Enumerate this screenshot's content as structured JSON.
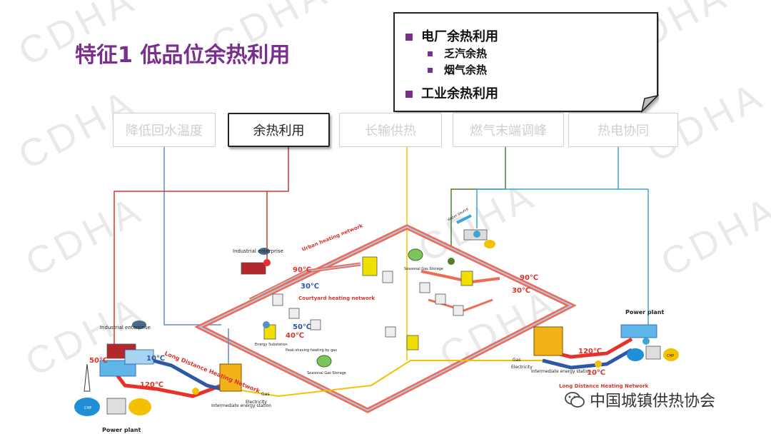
{
  "page_title": "特征1 低品位余热利用",
  "note": {
    "item1": "电厂余热利用",
    "item1_sub1": "乏汽余热",
    "item1_sub2": "烟气余热",
    "item2": "工业余热利用"
  },
  "categories": [
    "降低回水温度",
    "余热利用",
    "长输供热",
    "燃气末端调峰",
    "热电协同"
  ],
  "active_category": "余热利用",
  "diagram": {
    "urban_network": "Urban heating network",
    "courtyard_network": "Courtyard heating network",
    "long_distance_left": "Long Distance Heating Network",
    "long_distance_right": "Long Distance Heating Network",
    "industrial_left": "Industrial enterprise",
    "industrial_top": "Industrial enterprise",
    "power_plant_left": "Power plant",
    "power_plant_right": "Power plant",
    "intermediate_left": "Intermediate energy station",
    "intermediate_right": "Intermediate energy station",
    "seasonal_gas_top": "Seasonal Gas Storage",
    "seasonal_gas_bottom": "Seasonal Gas Storage",
    "peak_shaving": "Peak-shaving heating by gas",
    "energy_substation": "Energy Substation",
    "water_source": "Water source",
    "gas": "Gas",
    "electricity": "Electricity",
    "chp": "CHP",
    "t90": "90℃",
    "t30": "30℃",
    "t50": "50℃",
    "t40": "40℃",
    "t10": "10℃",
    "t120": "120℃"
  },
  "footer": "中国城镇供热协会",
  "watermark": "CDHA",
  "colors": {
    "accent": "#7a2e8e",
    "supply": "#e8312a",
    "return": "#2e57a6",
    "gas_line": "#f2c200",
    "network_outer": "#ef6b55",
    "network_inner": "#9fc3e3"
  }
}
